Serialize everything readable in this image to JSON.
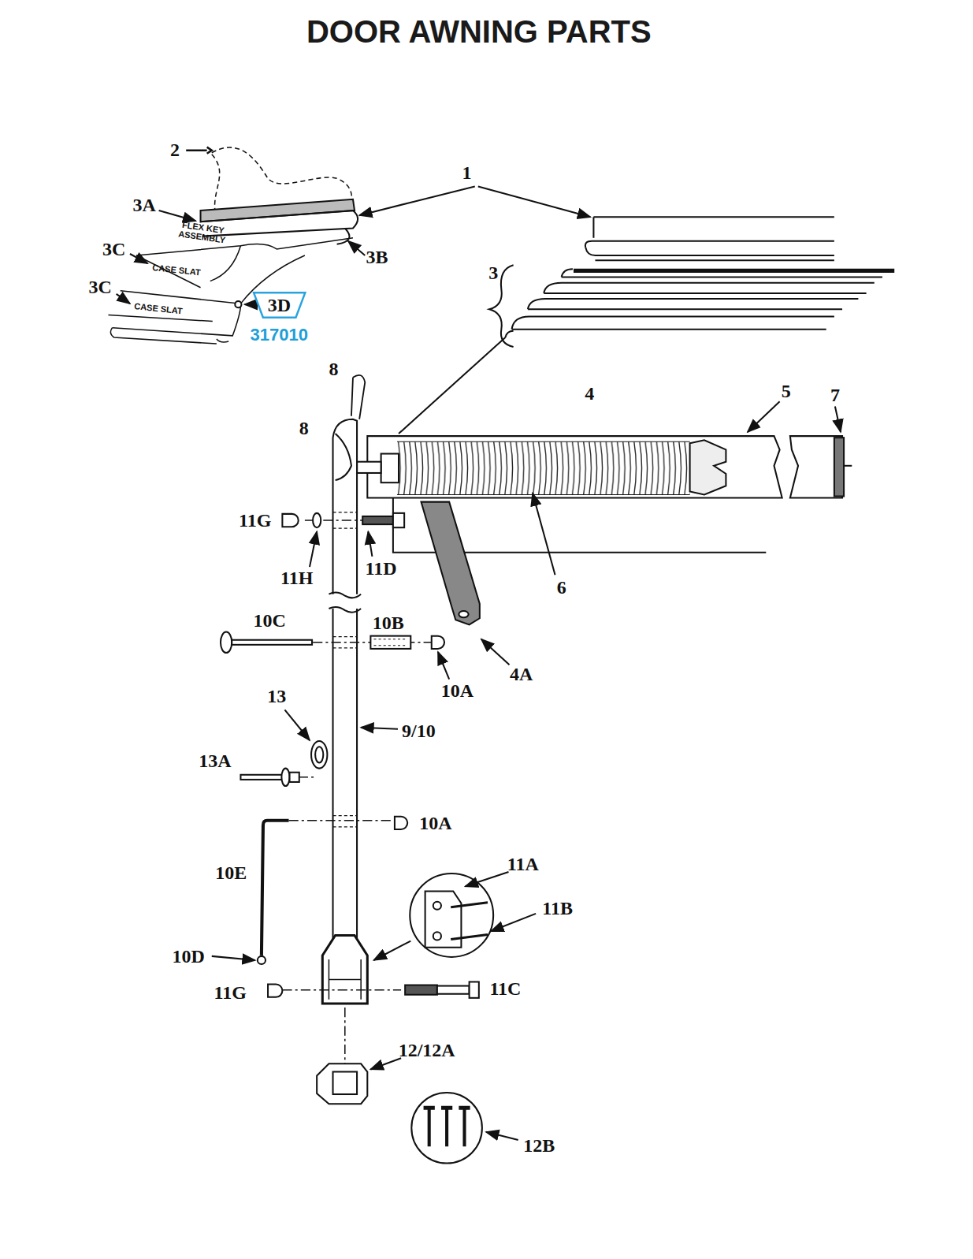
{
  "diagram": {
    "title": "DOOR AWNING PARTS",
    "nodes": [
      {
        "text": [
          "3D",
          "317010"
        ]
      }
    ],
    "labels": [
      "2",
      "3A",
      "FLEX KEY ASSEMBLY",
      "1",
      "3C",
      "CASE SLAT",
      "3C",
      "CASE SLAT",
      "3B",
      "3",
      "8",
      "8",
      "4",
      "5",
      "7",
      "11G",
      "11H",
      "11D",
      "6",
      "10C",
      "10B",
      "10A",
      "4A",
      "13",
      "9/10",
      "13A",
      "10A",
      "11A",
      "10E",
      "11B",
      "10D",
      "11G",
      "11C",
      "12/12A",
      "12B"
    ]
  }
}
